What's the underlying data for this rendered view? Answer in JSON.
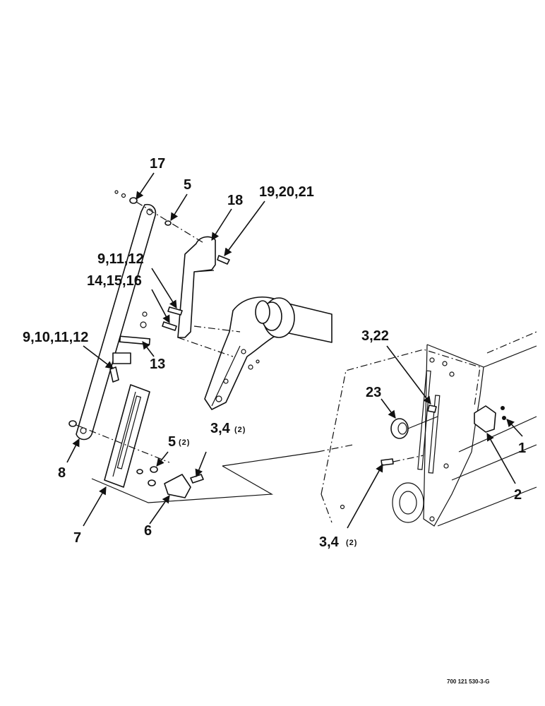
{
  "labels": {
    "l17": "17",
    "l5_top": "5",
    "l18": "18",
    "l19_20_21": "19,20,21",
    "l9_11_12": "9,11,12",
    "l14_15_16": "14,15,16",
    "l9_10_11_12": "9,10,11,12",
    "l13": "13",
    "l8": "8",
    "l7": "7",
    "l6": "6",
    "l5_mid": "5",
    "l5_mid_qty": "(2)",
    "l3_4_mid": "3,4",
    "l3_4_mid_qty": "(2)",
    "l3_22": "3,22",
    "l23": "23",
    "l1": "1",
    "l2": "2",
    "l3_4_low": "3,4",
    "l3_4_low_qty": "(2)"
  },
  "drawing_code": "700 121 530-3-G"
}
